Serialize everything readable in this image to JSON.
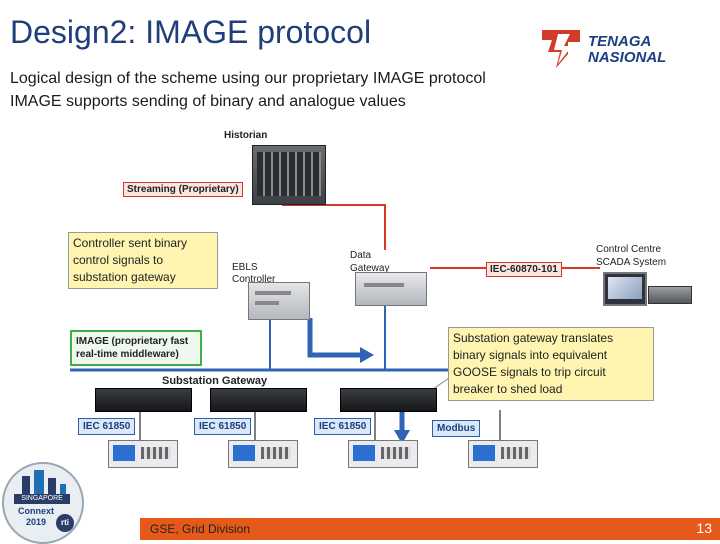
{
  "slide": {
    "title": "Design2: IMAGE protocol",
    "subtitle1": "Logical design of the scheme using our proprietary IMAGE protocol",
    "subtitle2": "IMAGE supports sending of binary and analogue values",
    "footer_text": "GSE, Grid Division",
    "page_number": "13"
  },
  "logo": {
    "line1": "TENAGA",
    "line2": "NASIONAL",
    "brand_color": "#d23b2a",
    "text_color": "#1b3f80"
  },
  "badge": {
    "line1": "SINGAPORE",
    "line2": "Connext",
    "line3": "2019",
    "rti": "rti"
  },
  "diagram": {
    "historian_label": "Historian",
    "streaming_label": "Streaming (Proprietary)",
    "ebls_label_1": "EBLS",
    "ebls_label_2": "Controller",
    "data_gateway_label_1": "Data",
    "data_gateway_label_2": "Gateway",
    "iec60870_label": "IEC-60870-101",
    "control_centre_label_1": "Control Centre",
    "control_centre_label_2": "SCADA System",
    "image_box_line1": "IMAGE (proprietary fast",
    "image_box_line2": "real-time middleware)",
    "substation_gateway_label": "Substation Gateway",
    "iec61850_labels": [
      "IEC 61850",
      "IEC 61850",
      "IEC 61850"
    ],
    "modbus_label": "Modbus",
    "callout_left": [
      "Controller sent binary",
      "control signals to",
      "substation gateway"
    ],
    "callout_right": [
      "Substation gateway translates",
      "binary signals into equivalent",
      "GOOSE signals to trip circuit",
      "breaker to shed load"
    ]
  },
  "colors": {
    "title": "#1f3f7a",
    "footer": "#e55a1b",
    "network_line": "#2f63b5",
    "arrow": "#2f63b5"
  }
}
